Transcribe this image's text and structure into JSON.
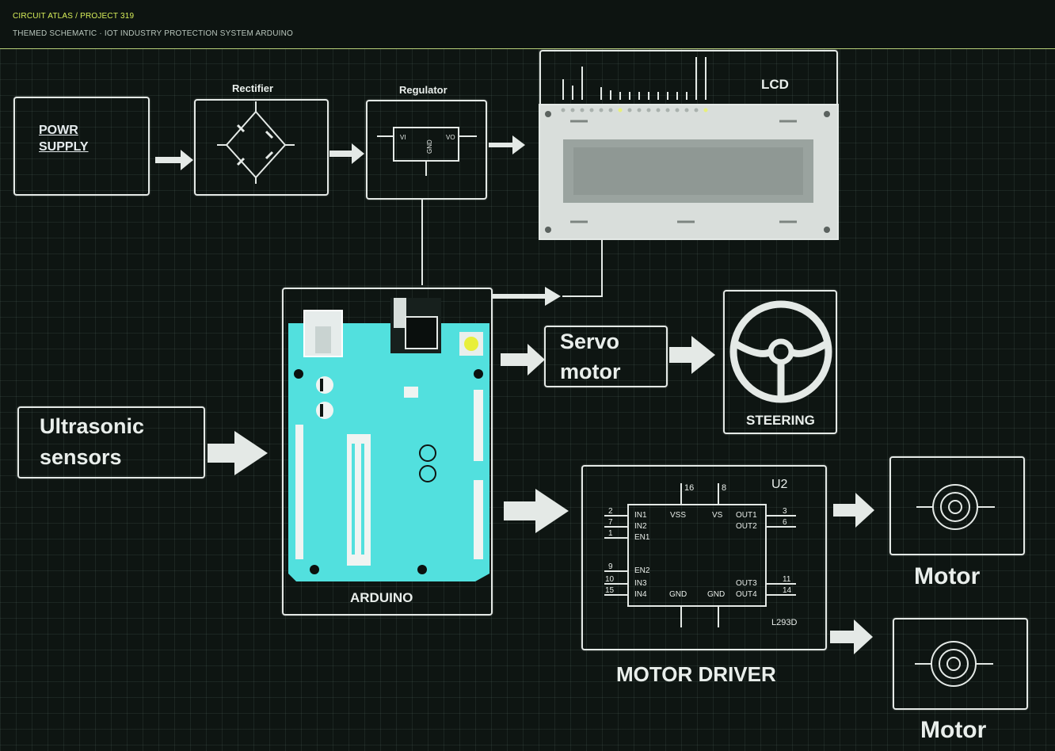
{
  "header": {
    "breadcrumb": "CIRCUIT ATLAS / PROJECT 319",
    "subtitle": "THEMED SCHEMATIC · IOT INDUSTRY PROTECTION SYSTEM ARDUINO"
  },
  "blocks": {
    "power_supply": "POWR\nSUPPLY",
    "rectifier": "Rectifier",
    "regulator": "Regulator",
    "lcd": "LCD",
    "arduino": "ARDUINO",
    "servo_motor": "Servo\nmotor",
    "steering": "STEERING",
    "ultrasonic": "Ultrasonic\nsensors",
    "motor_driver": "MOTOR DRIVER",
    "motor_1": "Motor",
    "motor_2": "Motor"
  },
  "ic": {
    "ref": "U2",
    "part": "L293D",
    "pins_top": [
      "16",
      "8"
    ],
    "pins_left_labels": [
      "IN1",
      "IN2",
      "EN1",
      "EN2",
      "IN3",
      "IN4"
    ],
    "pins_left_numbers": [
      "2",
      "7",
      "1",
      "9",
      "10",
      "15"
    ],
    "pins_right_labels": [
      "OUT1",
      "OUT2",
      "OUT3",
      "OUT4"
    ],
    "pins_right_numbers": [
      "3",
      "6",
      "11",
      "14"
    ],
    "inner_top": [
      "VSS",
      "VS"
    ],
    "inner_bottom": [
      "GND",
      "GND"
    ]
  },
  "colors": {
    "background": "#0e1512",
    "accent": "#d8ef5a",
    "arduino_board": "#52e0de",
    "outline": "#e4e9e6"
  }
}
